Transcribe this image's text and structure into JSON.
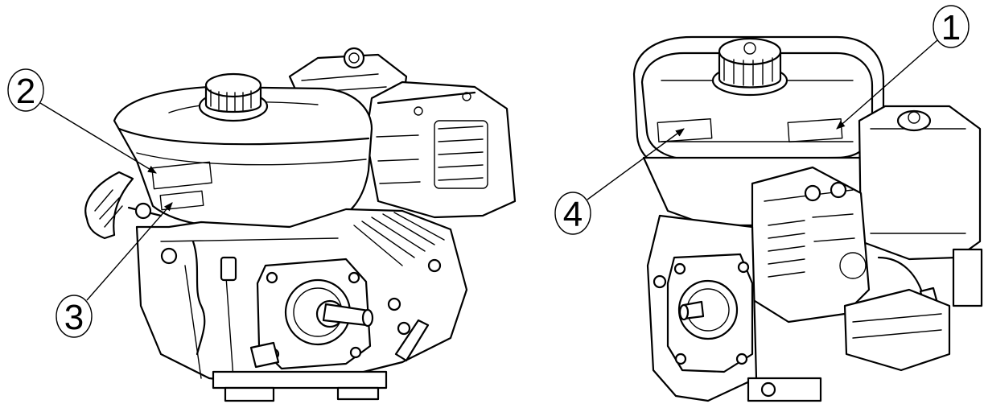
{
  "figure": {
    "views": [
      {
        "id": "front-left-view",
        "icon": "engine-illustration"
      },
      {
        "id": "front-right-view",
        "icon": "engine-illustration"
      }
    ],
    "callouts": [
      {
        "number": "1"
      },
      {
        "number": "2"
      },
      {
        "number": "3"
      },
      {
        "number": "4"
      }
    ]
  }
}
